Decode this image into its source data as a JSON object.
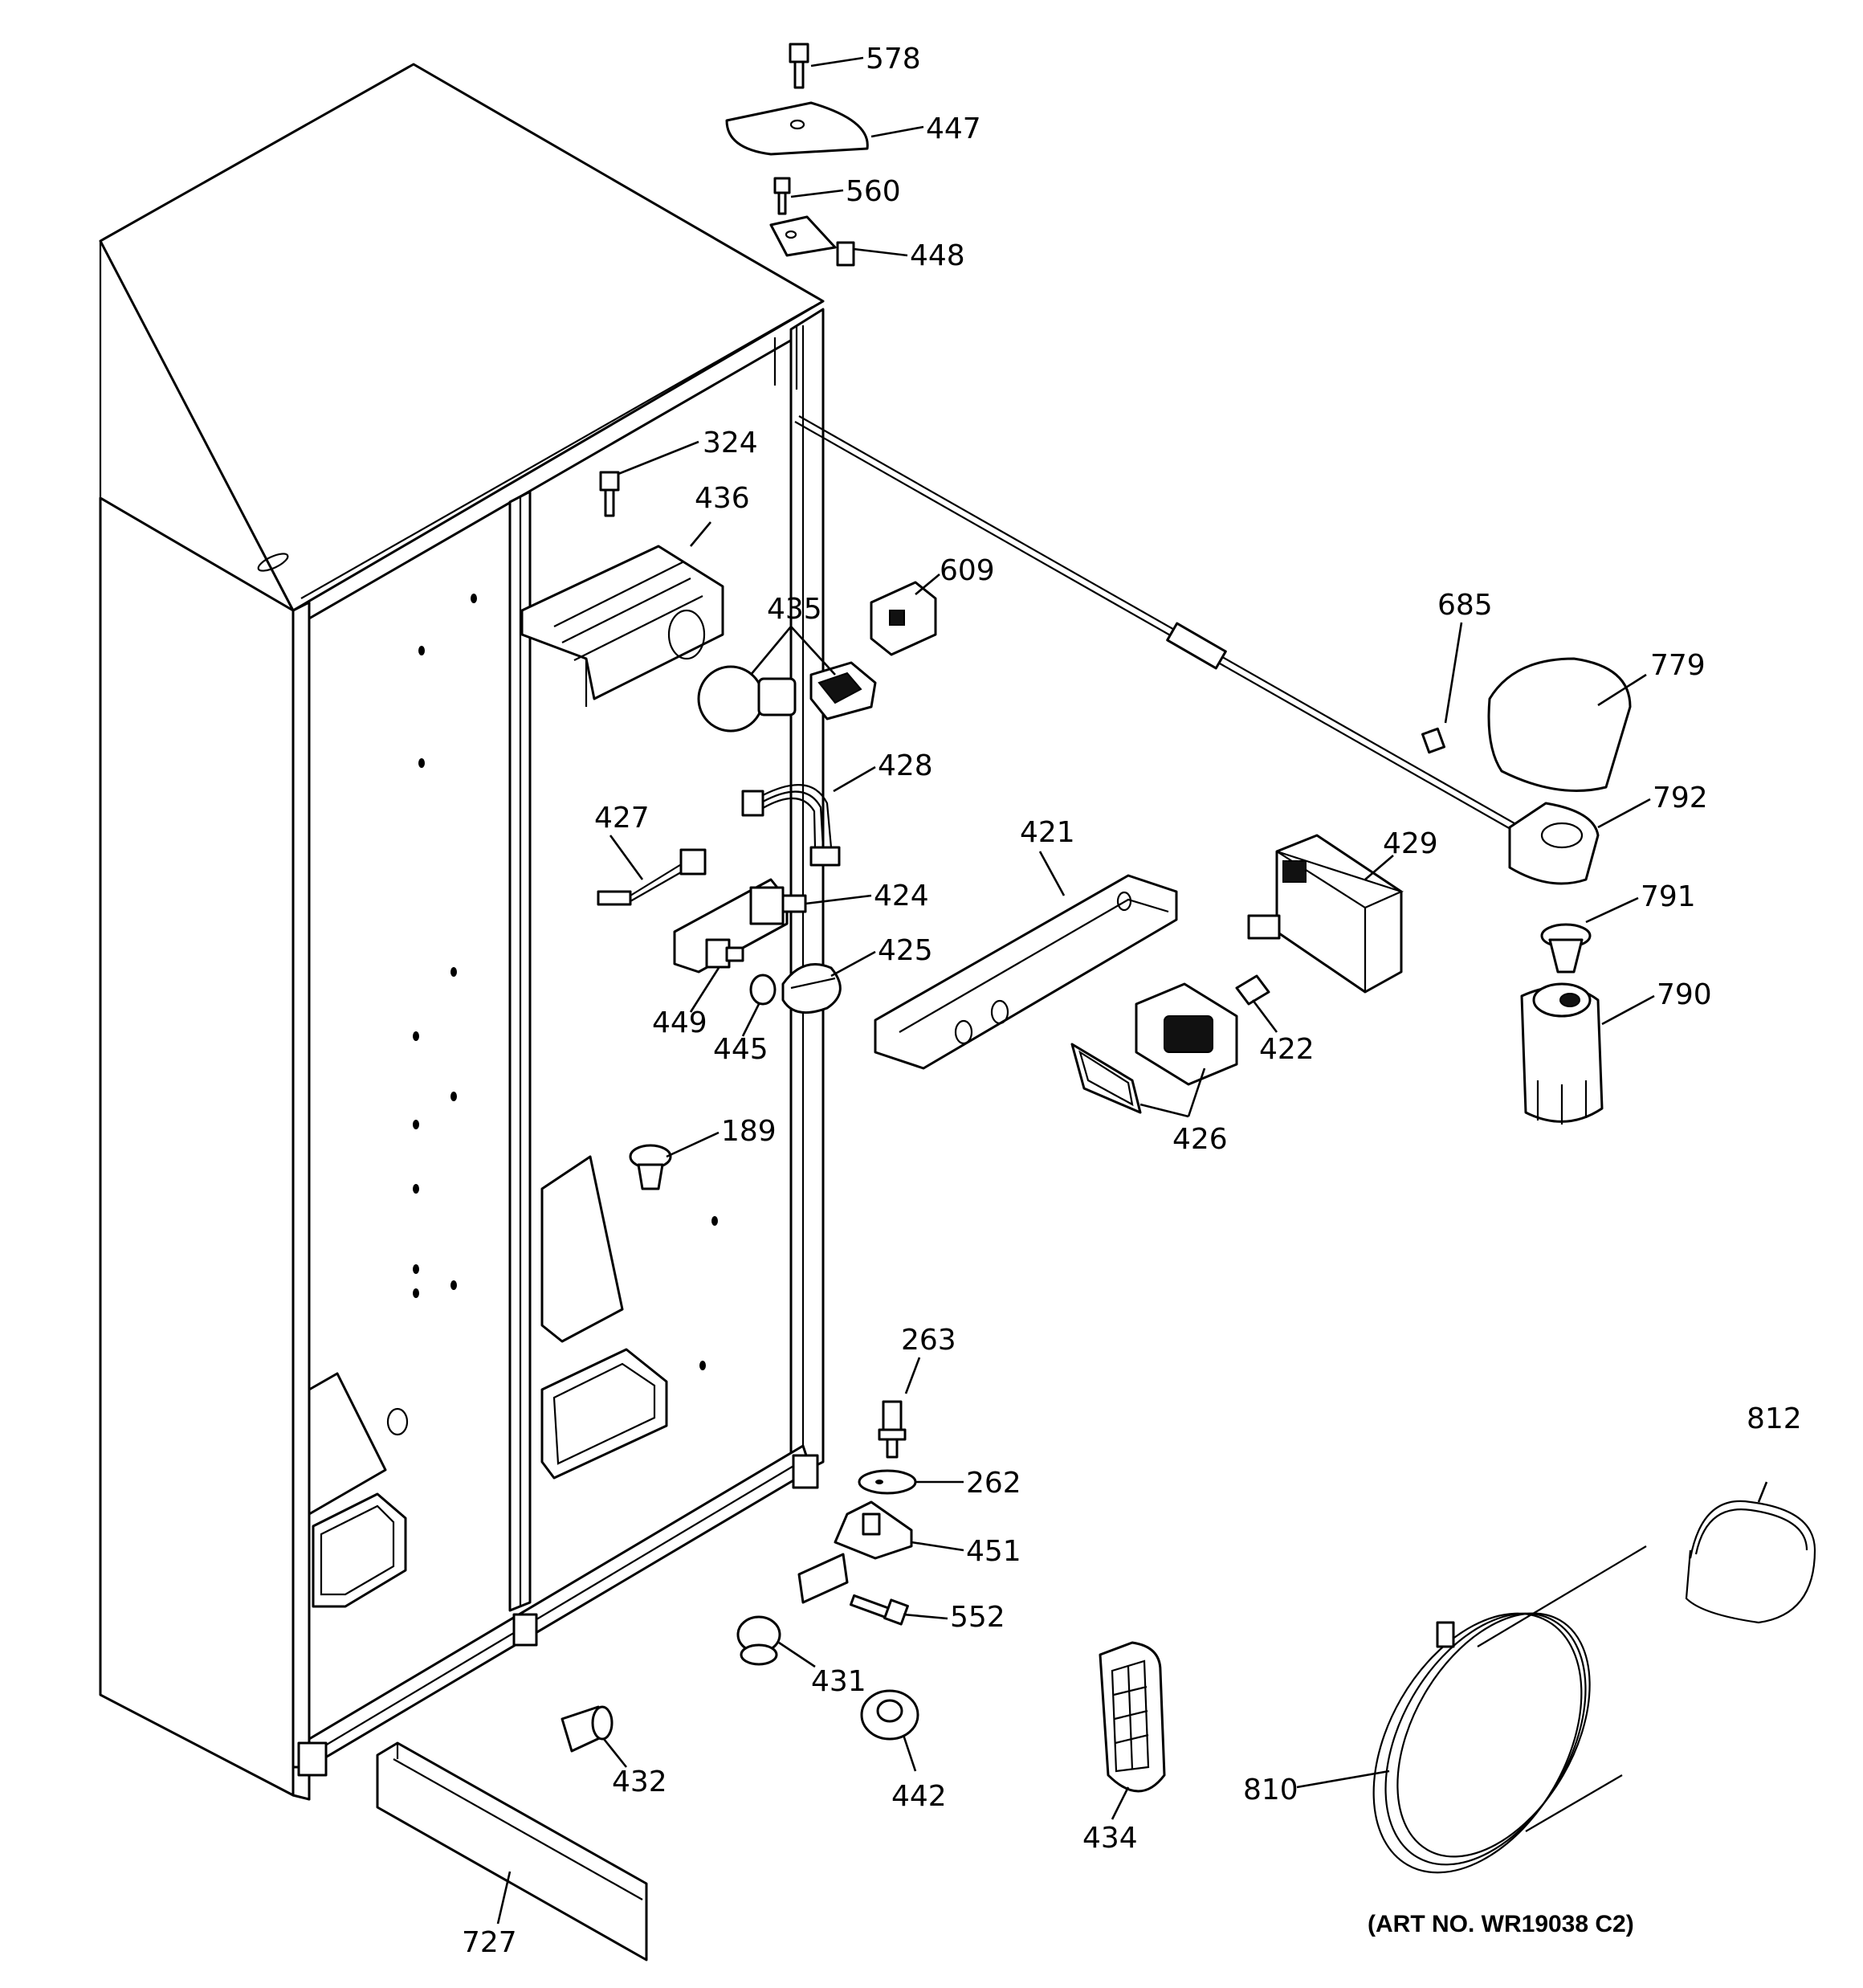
{
  "diagram": {
    "callouts": [
      {
        "id": "578",
        "label": "578"
      },
      {
        "id": "447",
        "label": "447"
      },
      {
        "id": "560",
        "label": "560"
      },
      {
        "id": "448",
        "label": "448"
      },
      {
        "id": "324",
        "label": "324"
      },
      {
        "id": "436",
        "label": "436"
      },
      {
        "id": "609",
        "label": "609"
      },
      {
        "id": "435",
        "label": "435"
      },
      {
        "id": "685",
        "label": "685"
      },
      {
        "id": "779",
        "label": "779"
      },
      {
        "id": "428",
        "label": "428"
      },
      {
        "id": "427",
        "label": "427"
      },
      {
        "id": "421",
        "label": "421"
      },
      {
        "id": "429",
        "label": "429"
      },
      {
        "id": "792",
        "label": "792"
      },
      {
        "id": "424",
        "label": "424"
      },
      {
        "id": "791",
        "label": "791"
      },
      {
        "id": "425",
        "label": "425"
      },
      {
        "id": "449",
        "label": "449"
      },
      {
        "id": "445",
        "label": "445"
      },
      {
        "id": "422",
        "label": "422"
      },
      {
        "id": "790",
        "label": "790"
      },
      {
        "id": "426",
        "label": "426"
      },
      {
        "id": "189",
        "label": "189"
      },
      {
        "id": "263",
        "label": "263"
      },
      {
        "id": "262",
        "label": "262"
      },
      {
        "id": "451",
        "label": "451"
      },
      {
        "id": "812",
        "label": "812"
      },
      {
        "id": "552",
        "label": "552"
      },
      {
        "id": "431",
        "label": "431"
      },
      {
        "id": "432",
        "label": "432"
      },
      {
        "id": "442",
        "label": "442"
      },
      {
        "id": "810",
        "label": "810"
      },
      {
        "id": "434",
        "label": "434"
      },
      {
        "id": "727",
        "label": "727"
      }
    ],
    "art_number": "(ART NO. WR19038 C2)"
  }
}
